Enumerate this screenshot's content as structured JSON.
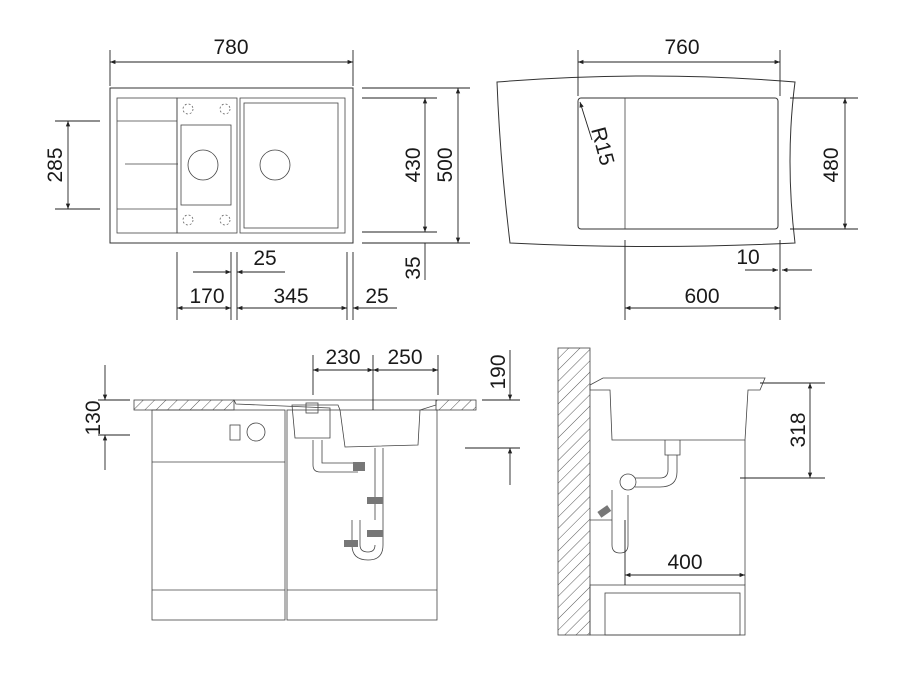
{
  "top_view": {
    "width_label": "780",
    "drainer_depth_label": "285",
    "bowl_depth_label": "430",
    "depth_label": "500",
    "rim_offset_label": "35",
    "gap_label": "25",
    "small_bowl_label": "170",
    "main_bowl_label": "345",
    "edge_label": "25"
  },
  "cutout_view": {
    "width_label": "760",
    "depth_label": "480",
    "radius_label": "R15",
    "offset_label": "10",
    "bowl_width_label": "600"
  },
  "front_view": {
    "small_bowl_depth_label": "130",
    "small_bowl_center_label": "230",
    "main_bowl_center_label": "250",
    "main_bowl_depth_label": "190"
  },
  "side_view": {
    "height_label": "318",
    "cabinet_depth_label": "400"
  },
  "colors": {
    "line": "#333333",
    "background": "#ffffff"
  }
}
